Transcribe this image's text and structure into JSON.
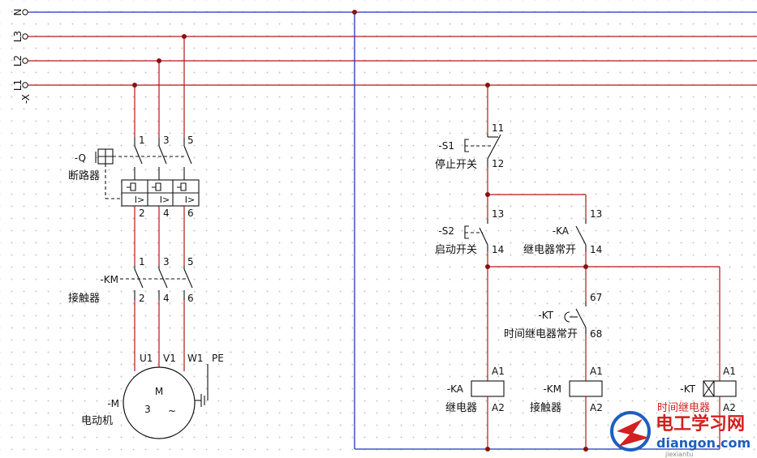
{
  "bus": {
    "n": "N",
    "l3": "L3",
    "l2": "L2",
    "l1": "L1",
    "x_tag": "-X"
  },
  "breaker": {
    "tag": "-Q",
    "name": "断路器",
    "top_terms": [
      "1",
      "3",
      "5"
    ],
    "bottom_terms": [
      "2",
      "4",
      "6"
    ],
    "trip_glyph": "I>"
  },
  "contactor_main": {
    "tag": "-KM",
    "name": "接触器",
    "top_terms": [
      "1",
      "3",
      "5"
    ],
    "bottom_terms": [
      "2",
      "4",
      "6"
    ]
  },
  "motor": {
    "tag": "-M",
    "name": "电动机",
    "letter": "M",
    "phases": "3",
    "wave": "~",
    "terms": [
      "U1",
      "V1",
      "W1"
    ],
    "pe": "PE"
  },
  "stop_switch": {
    "tag": "-S1",
    "name": "停止开关",
    "t_top": "11",
    "t_bot": "12"
  },
  "start_switch": {
    "tag": "-S2",
    "name": "启动开关",
    "t_top": "13",
    "t_bot": "14"
  },
  "ka_contact": {
    "tag": "-KA",
    "name": "继电器常开",
    "t_top": "13",
    "t_bot": "14"
  },
  "kt_contact": {
    "tag": "-KT",
    "name": "时间继电器常开",
    "t_top": "67",
    "t_bot": "68"
  },
  "coil_ka": {
    "tag": "-KA",
    "name": "继电器",
    "t_top": "A1",
    "t_bot": "A2"
  },
  "coil_km": {
    "tag": "-KM",
    "name": "接触器",
    "t_top": "A1",
    "t_bot": "A2"
  },
  "coil_kt": {
    "tag": "-KT",
    "name": "时间继电器",
    "t_top": "A1",
    "t_bot": "A2"
  },
  "watermark": {
    "title": "电工学习网",
    "site": "diangon.com",
    "pinyin": "jiexiantu"
  },
  "colors": {
    "power": "#b01818",
    "neutral": "#2233bb",
    "node": "#8a1010",
    "watermark_red": "#d42020",
    "watermark_blue": "#1d5fc0"
  }
}
